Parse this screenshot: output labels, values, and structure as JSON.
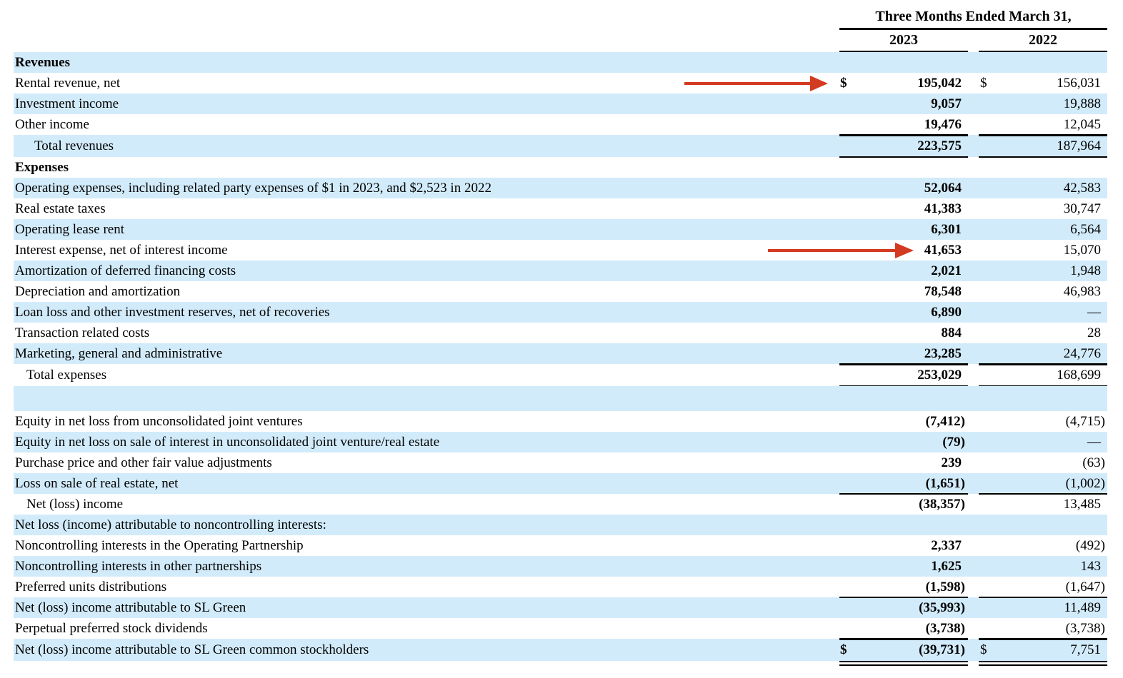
{
  "header": {
    "period_title": "Three Months Ended March 31,",
    "years": [
      "2023",
      "2022"
    ]
  },
  "colors": {
    "row_shade": "#d2ebfa",
    "arrow": "#d33a22",
    "rule": "#000000"
  },
  "rows": [
    {
      "label": "Revenues",
      "style": "section",
      "shade": true,
      "v2023": "",
      "v2022": ""
    },
    {
      "label": "Rental revenue, net",
      "shade": false,
      "cur2023": "$",
      "v2023": "195,042",
      "cur2022": "$",
      "v2022": "156,031",
      "annotation": "arrow"
    },
    {
      "label": "Investment income",
      "shade": true,
      "v2023": "9,057",
      "v2022": "19,888"
    },
    {
      "label": "Other income",
      "shade": false,
      "v2023": "19,476",
      "v2022": "12,045"
    },
    {
      "label": "Total revenues",
      "style": "total",
      "shade": true,
      "v2023": "223,575",
      "v2022": "187,964"
    },
    {
      "label": "Expenses",
      "style": "section",
      "shade": false,
      "v2023": "",
      "v2022": ""
    },
    {
      "label": "Operating expenses, including related party expenses of $1 in 2023, and $2,523 in 2022",
      "shade": true,
      "v2023": "52,064",
      "v2022": "42,583"
    },
    {
      "label": "Real estate taxes",
      "shade": false,
      "v2023": "41,383",
      "v2022": "30,747"
    },
    {
      "label": "Operating lease rent",
      "shade": true,
      "v2023": "6,301",
      "v2022": "6,564"
    },
    {
      "label": "Interest expense, net of interest income",
      "shade": false,
      "v2023": "41,653",
      "v2022": "15,070",
      "annotation": "arrow"
    },
    {
      "label": "Amortization of deferred financing costs",
      "shade": true,
      "v2023": "2,021",
      "v2022": "1,948"
    },
    {
      "label": "Depreciation and amortization",
      "shade": false,
      "v2023": "78,548",
      "v2022": "46,983"
    },
    {
      "label": "Loan loss and other investment reserves, net of recoveries",
      "shade": true,
      "v2023": "6,890",
      "v2022": "—"
    },
    {
      "label": "Transaction related costs",
      "shade": false,
      "v2023": "884",
      "v2022": "28"
    },
    {
      "label": "Marketing, general and administrative",
      "shade": true,
      "v2023": "23,285",
      "v2022": "24,776"
    },
    {
      "label": "Total expenses",
      "style": "total2",
      "shade": false,
      "v2023": "253,029",
      "v2022": "168,699"
    },
    {
      "label": "",
      "style": "spacer",
      "shade": true,
      "v2023": "",
      "v2022": ""
    },
    {
      "label": "Equity in net loss from unconsolidated joint ventures",
      "shade": false,
      "v2023": "(7,412)",
      "v2022": "(4,715)"
    },
    {
      "label": "Equity in net loss on sale of interest in unconsolidated joint venture/real estate",
      "shade": true,
      "v2023": "(79)",
      "v2022": "—"
    },
    {
      "label": "Purchase price and other fair value adjustments",
      "shade": false,
      "v2023": "239",
      "v2022": "(63)"
    },
    {
      "label": "Loss on sale of real estate, net",
      "shade": true,
      "v2023": "(1,651)",
      "v2022": "(1,002)"
    },
    {
      "label": "Net (loss) income",
      "style": "total2",
      "shade": false,
      "v2023": "(38,357)",
      "v2022": "13,485"
    },
    {
      "label": "Net loss (income) attributable to noncontrolling interests:",
      "shade": true,
      "v2023": "",
      "v2022": ""
    },
    {
      "label": "Noncontrolling interests in the Operating Partnership",
      "shade": false,
      "v2023": "2,337",
      "v2022": "(492)"
    },
    {
      "label": "Noncontrolling interests in other partnerships",
      "shade": true,
      "v2023": "1,625",
      "v2022": "143"
    },
    {
      "label": "Preferred units distributions",
      "shade": false,
      "v2023": "(1,598)",
      "v2022": "(1,647)"
    },
    {
      "label": "Net (loss) income attributable to SL Green",
      "shade": true,
      "v2023": "(35,993)",
      "v2022": "11,489"
    },
    {
      "label": "Perpetual preferred stock dividends",
      "shade": false,
      "v2023": "(3,738)",
      "v2022": "(3,738)"
    },
    {
      "label": "Net (loss) income attributable to SL Green common stockholders",
      "shade": true,
      "cur2023": "$",
      "v2023": "(39,731)",
      "cur2022": "$",
      "v2022": "7,751"
    }
  ]
}
